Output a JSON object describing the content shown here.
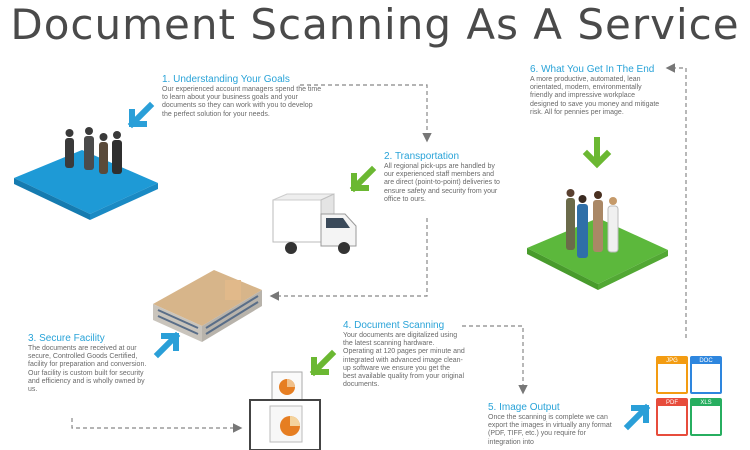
{
  "title": "Document Scanning As A Service",
  "steps": [
    {
      "heading": "1. Understanding Your Goals",
      "body": "Our experienced account managers spend the time to learn about your business goals and your documents so they can work with you to develop the perfect solution for your needs."
    },
    {
      "heading": "2. Transportation",
      "body": "All regional pick-ups are handled by our experienced staff members and are direct (point-to-point) deliveries to ensure safety and security from your office to ours."
    },
    {
      "heading": "3. Secure Facility",
      "body": "The documents are received at our secure, Controlled Goods Certified, facility for preparation and conversion. Our facility is custom built for security and efficiency and is wholly owned by us."
    },
    {
      "heading": "4. Document Scanning",
      "body": "Your documents are digitalized using the latest scanning hardware. Operating at 120 pages per minute and integrated with advanced image clean-up software we ensure you get the best available quality from your original documents."
    },
    {
      "heading": "5. Image Output",
      "body": "Once the scanning is complete we can export the images in virtually any format (PDF, TIFF, etc.) you require for integration into"
    },
    {
      "heading": "6. What You Get In The End",
      "body": "A more productive, automated, lean orientated, modern, environmentally friendly and impressive workplace designed to save you money and mitigate risk. All for pennies per image."
    }
  ],
  "file_icons": [
    {
      "label": "JPG",
      "color": "#f39c12"
    },
    {
      "label": "DOC",
      "color": "#2e86de"
    },
    {
      "label": "PDF",
      "color": "#e74c3c"
    },
    {
      "label": "XLS",
      "color": "#27ae60"
    }
  ],
  "colors": {
    "accent": "#29a3d8",
    "blue_platform": "#1e9ad6",
    "green_platform": "#5cb83c",
    "green_arrow": "#6bb832",
    "blue_arrow": "#2a9fd8"
  }
}
